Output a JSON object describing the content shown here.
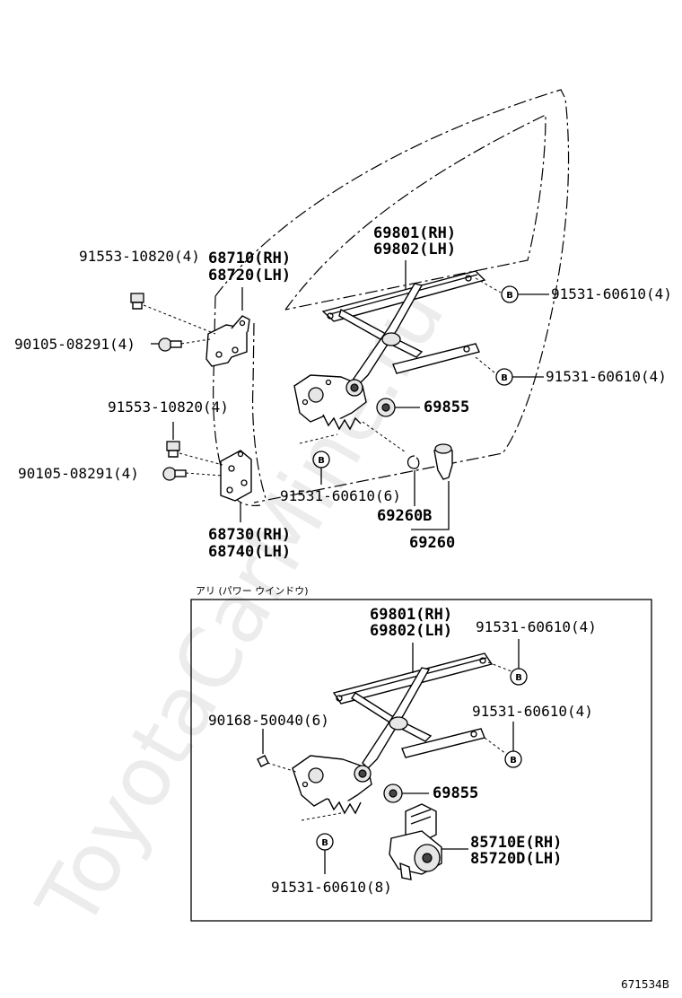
{
  "watermark": "ToyotaCarMine.ru",
  "bolt_mark": "B",
  "diagram_code": "671534B",
  "inset_caption": "アリ (パワー ウインドウ)",
  "labels": {
    "hinge_upper_bolt": "91553-10820(4)",
    "hinge_upper_rh": "68710(RH)",
    "hinge_upper_lh": "68720(LH)",
    "hinge_upper_screw": "90105-08291(4)",
    "hinge_lower_bolt": "91553-10820(4)",
    "hinge_lower_screw": "90105-08291(4)",
    "hinge_lower_rh": "68730(RH)",
    "hinge_lower_lh": "68740(LH)",
    "regulator_rh": "69801(RH)",
    "regulator_lh": "69802(LH)",
    "reg_bolt_top": "91531-60610(4)",
    "reg_bolt_mid": "91531-60610(4)",
    "pad": "69855",
    "reg_bolt_bottom": "91531-60610(6)",
    "clip": "69260B",
    "handle": "69260",
    "inset_regulator_rh": "69801(RH)",
    "inset_regulator_lh": "69802(LH)",
    "inset_bolt_top": "91531-60610(4)",
    "inset_screw": "90168-50040(6)",
    "inset_bolt_mid": "91531-60610(4)",
    "inset_pad": "69855",
    "motor_rh": "85710E(RH)",
    "motor_lh": "85720D(LH)",
    "inset_bolt_bottom": "91531-60610(8)"
  }
}
